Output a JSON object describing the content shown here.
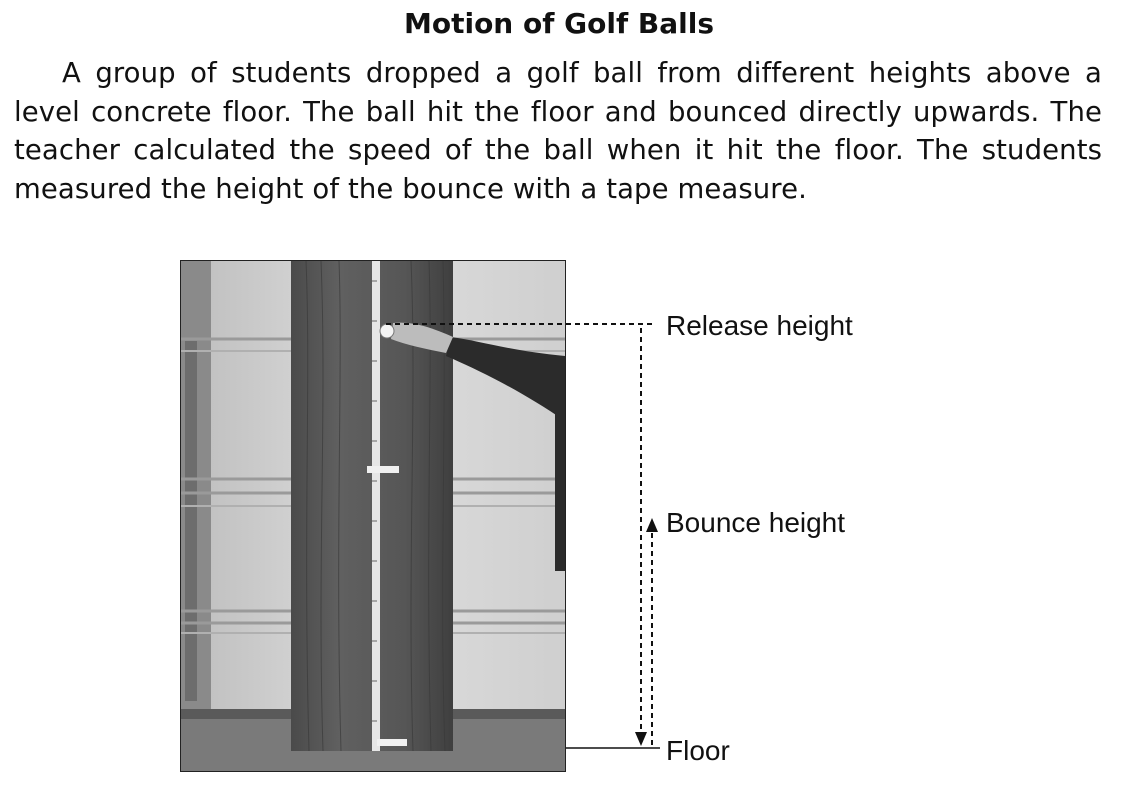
{
  "document": {
    "title": "Motion of Golf Balls",
    "paragraph": "A group of students dropped a golf ball from different heights above a level concrete floor. The ball hit the floor and bounced directly upwards. The teacher calculated the speed of the ball when it hit the floor. The students measured the height of the bounce with a tape measure."
  },
  "figure": {
    "labels": {
      "release": "Release height",
      "bounce": "Bounce height",
      "floor": "Floor"
    }
  }
}
